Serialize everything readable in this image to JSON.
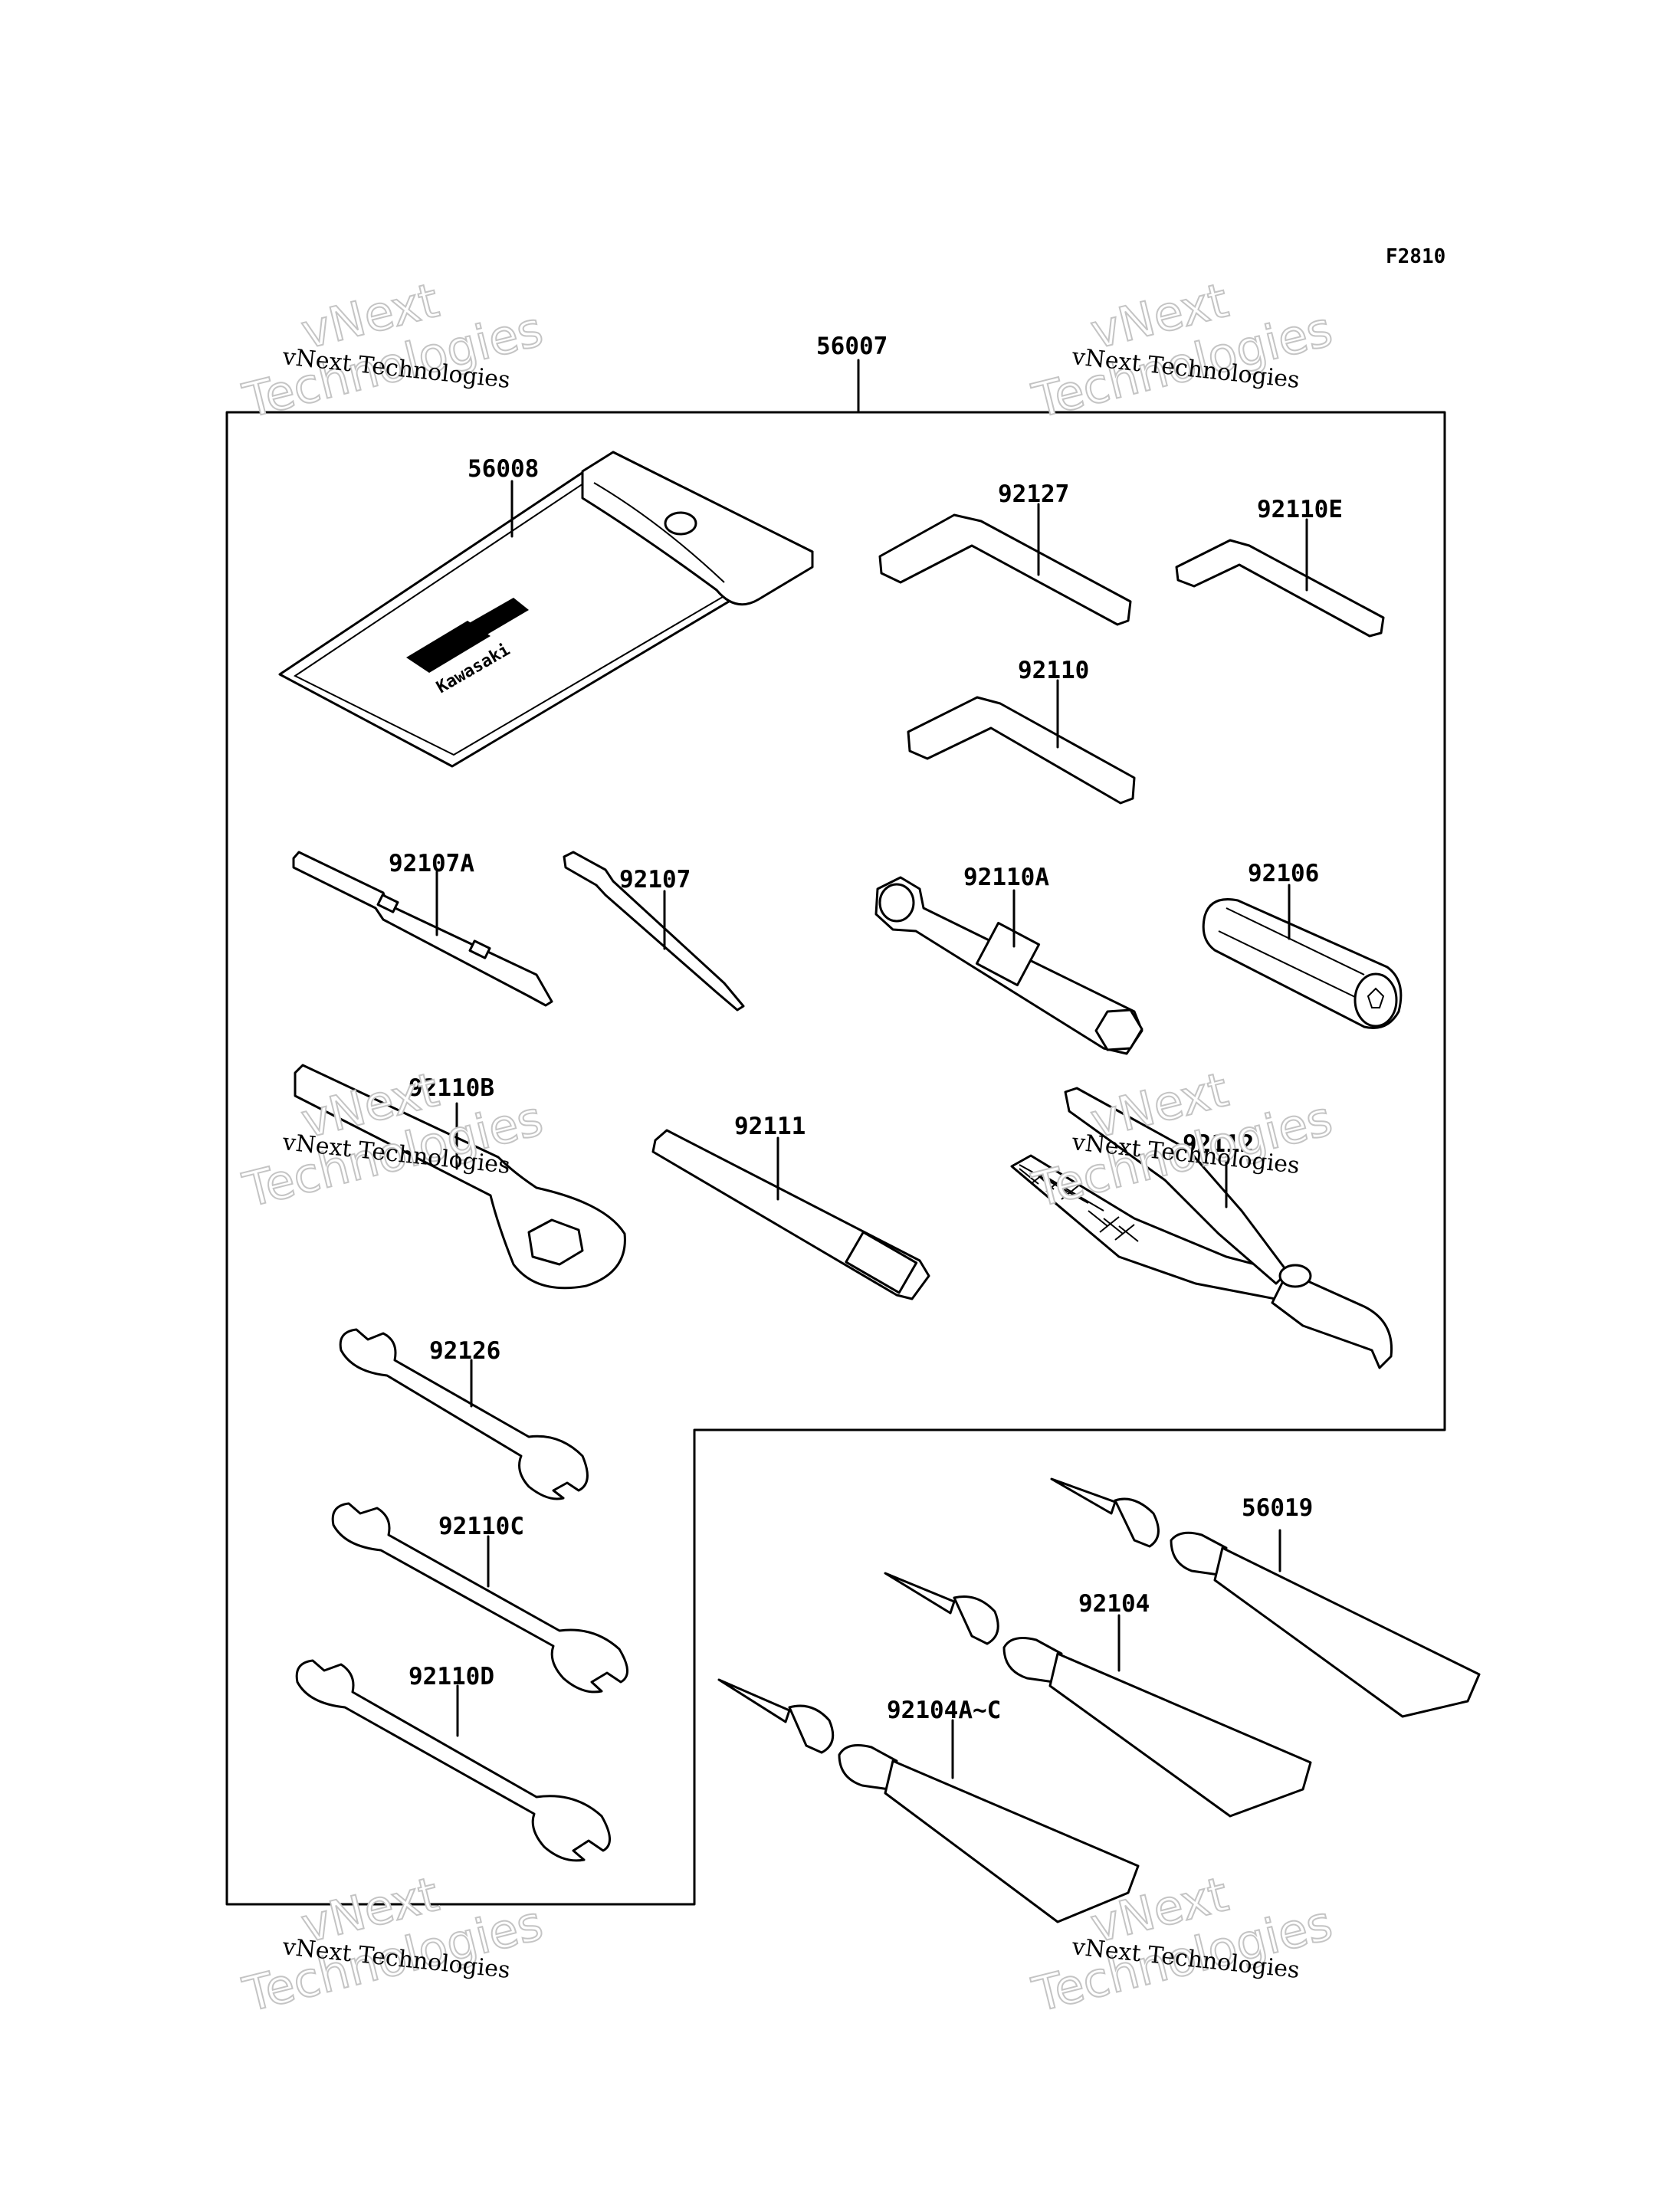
{
  "figure_code": "F2810",
  "watermark": "vNext Technologies",
  "watermark_words": [
    "vNext",
    "Technologies"
  ],
  "logo_text": "Kawasaki",
  "parts": {
    "kit": "56007",
    "pouch": "56008",
    "hex_wrench_92127": "92127",
    "hex_wrench_92110E": "92110E",
    "hex_wrench_92110": "92110",
    "screwdriver_92107A": "92107A",
    "screwdriver_92107": "92107",
    "box_wrench_92110A": "92110A",
    "handle_92106": "92106",
    "ring_wrench_92110B": "92110B",
    "extension_bar_92111": "92111",
    "pliers_92112": "92112",
    "open_wrench_92126": "92126",
    "open_wrench_92110C": "92110C",
    "open_wrench_92110D": "92110D",
    "tube_56019": "56019",
    "tube_92104": "92104",
    "tube_92104AC": "92104A~C"
  }
}
